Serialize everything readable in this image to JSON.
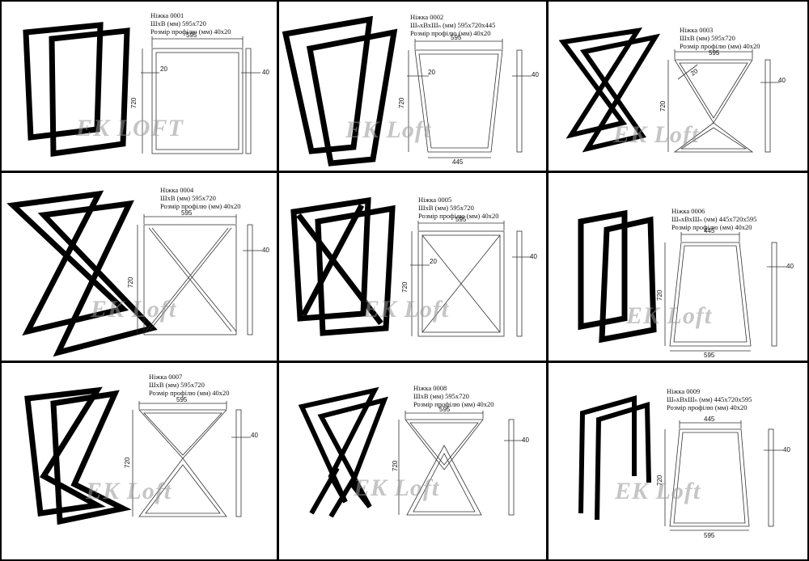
{
  "panels": [
    {
      "title": "Ніжка 0001",
      "size": "ШхВ (мм) 595х720",
      "profile": "Розмір профілю (мм) 40х20",
      "watermark": "EK LOFT",
      "dims": {
        "w": "595",
        "h": "720",
        "t": "20",
        "d": "40"
      }
    },
    {
      "title": "Ніжка 0002",
      "size": "ШₙхВхШₙ (мм) 595х720х445",
      "profile": "Розмір профілю (мм) 40х20",
      "watermark": "EK Loft",
      "dims": {
        "w": "595",
        "h": "720",
        "t": "20",
        "d": "40",
        "b": "445"
      }
    },
    {
      "title": "Ніжка 0003",
      "size": "ШхВ (мм) 595х720",
      "profile": "Розмір профілю (мм) 40х20",
      "watermark": "EK Loft",
      "dims": {
        "w": "595",
        "h": "720",
        "t": "20",
        "d": "40"
      }
    },
    {
      "title": "Ніжка 0004",
      "size": "ШхВ (мм) 595х720",
      "profile": "Розмір профілю (мм) 40х20",
      "watermark": "EK Loft",
      "dims": {
        "w": "595",
        "h": "720",
        "d": "40"
      }
    },
    {
      "title": "Ніжка 0005",
      "size": "ШхВ (мм) 595х720",
      "profile": "Розмір профілю (мм) 40х20",
      "watermark": "EK Loft",
      "dims": {
        "w": "595",
        "h": "720",
        "t": "20",
        "d": "40"
      }
    },
    {
      "title": "Ніжка 0006",
      "size": "ШₙхВхШₙ (мм) 445х720х595",
      "profile": "Розмір профілю (мм) 40х20",
      "watermark": "EK Loft",
      "dims": {
        "w": "445",
        "h": "720",
        "d": "40",
        "b": "595"
      }
    },
    {
      "title": "Ніжка 0007",
      "size": "ШхВ (мм) 595х720",
      "profile": "Розмір профілю (мм) 40х20",
      "watermark": "EK Loft",
      "dims": {
        "w": "595",
        "h": "720",
        "d": "40"
      }
    },
    {
      "title": "Ніжка 0008",
      "size": "ШхВ (мм) 595х720",
      "profile": "Розмір профілю (мм) 40х20",
      "watermark": "EK Loft",
      "dims": {
        "w": "595",
        "h": "720",
        "d": "40"
      }
    },
    {
      "title": "Ніжка 0009",
      "size": "ШₙхВхШₙ (мм) 445х720х595",
      "profile": "Розмір профілю (мм) 40х20",
      "watermark": "EK Loft",
      "dims": {
        "w": "445",
        "h": "720",
        "d": "40",
        "b": "595"
      }
    }
  ]
}
